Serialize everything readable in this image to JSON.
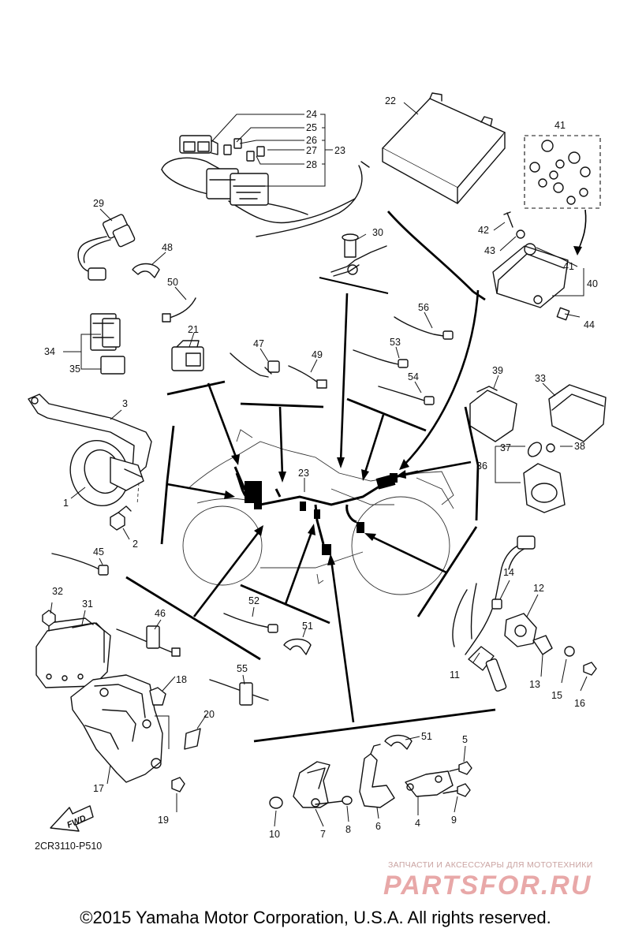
{
  "diagram": {
    "code": "2CR3110-P510",
    "fwd_label": "FWD",
    "copyright": "©2015 Yamaha Motor Corporation, U.S.A. All rights reserved.",
    "watermark": {
      "tagline": "ЗАПЧАСТИ И АКСЕССУАРЫ ДЛЯ МОТОТЕХНИКИ",
      "logo": "PARTSFOR.RU"
    }
  },
  "callouts": {
    "p1": "1",
    "p2": "2",
    "p3": "3",
    "p4": "4",
    "p5": "5",
    "p6": "6",
    "p7": "7",
    "p8": "8",
    "p9": "9",
    "p10": "10",
    "p11": "11",
    "p12": "12",
    "p13": "13",
    "p14": "14",
    "p15": "15",
    "p16": "16",
    "p17": "17",
    "p18": "18",
    "p19": "19",
    "p20": "20",
    "p21": "21",
    "p22": "22",
    "p23": "23",
    "p24": "24",
    "p25": "25",
    "p26": "26",
    "p27": "27",
    "p28": "28",
    "p29": "29",
    "p30": "30",
    "p31": "31",
    "p32": "32",
    "p33": "33",
    "p34": "34",
    "p35": "35",
    "p36": "36",
    "p37": "37",
    "p38": "38",
    "p39": "39",
    "p40": "40",
    "p41": "41",
    "p42": "42",
    "p43": "43",
    "p44": "44",
    "p45": "45",
    "p46": "46",
    "p47": "47",
    "p48": "48",
    "p49": "49",
    "p50": "50",
    "p51": "51",
    "p52": "52",
    "p53": "53",
    "p54": "54",
    "p55": "55",
    "p56": "56"
  }
}
